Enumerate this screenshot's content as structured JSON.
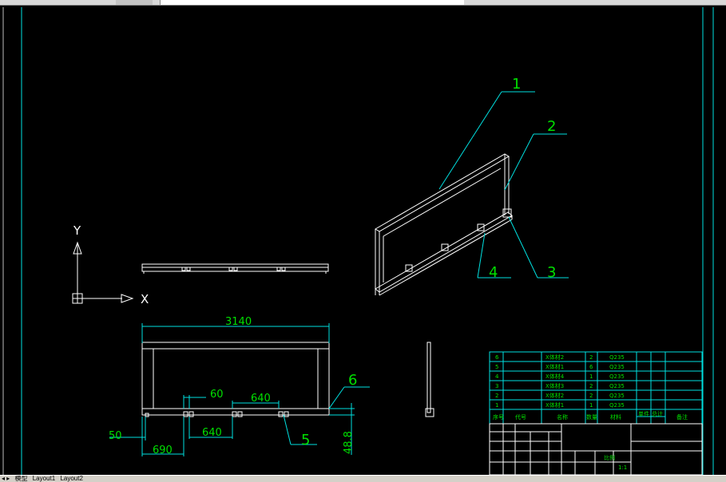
{
  "drawing": {
    "balloons": [
      "1",
      "2",
      "3",
      "4",
      "5",
      "6"
    ],
    "dimensions": {
      "overall_width": "3140",
      "left_offset": "50",
      "first_hole": "690",
      "pitch_bottom": "640",
      "pitch_top": "640",
      "hole_gap": "60",
      "height_small": "48.8"
    },
    "axis_labels": {
      "x": "X",
      "y": "Y"
    }
  },
  "parts_list": [
    {
      "no": "6",
      "name": "X体材2",
      "qty": "2",
      "material": "Q235"
    },
    {
      "no": "5",
      "name": "X体材1",
      "qty": "6",
      "material": "Q235"
    },
    {
      "no": "4",
      "name": "X体材4",
      "qty": "1",
      "material": "Q235"
    },
    {
      "no": "3",
      "name": "X体材3",
      "qty": "2",
      "material": "Q235"
    },
    {
      "no": "2",
      "name": "X体材2",
      "qty": "2",
      "material": "Q235"
    },
    {
      "no": "1",
      "name": "X体材1",
      "qty": "1",
      "material": "Q235"
    }
  ],
  "parts_header": {
    "no": "序号",
    "code": "代号",
    "name": "名称",
    "qty": "数量",
    "material": "材料",
    "unit_weight": "单件",
    "total_weight": "总计",
    "note": "备注"
  },
  "title_block": {
    "scale_label": "比例",
    "scale_value": "1:1"
  },
  "tabs": [
    "模型",
    "Layout1",
    "Layout2"
  ]
}
